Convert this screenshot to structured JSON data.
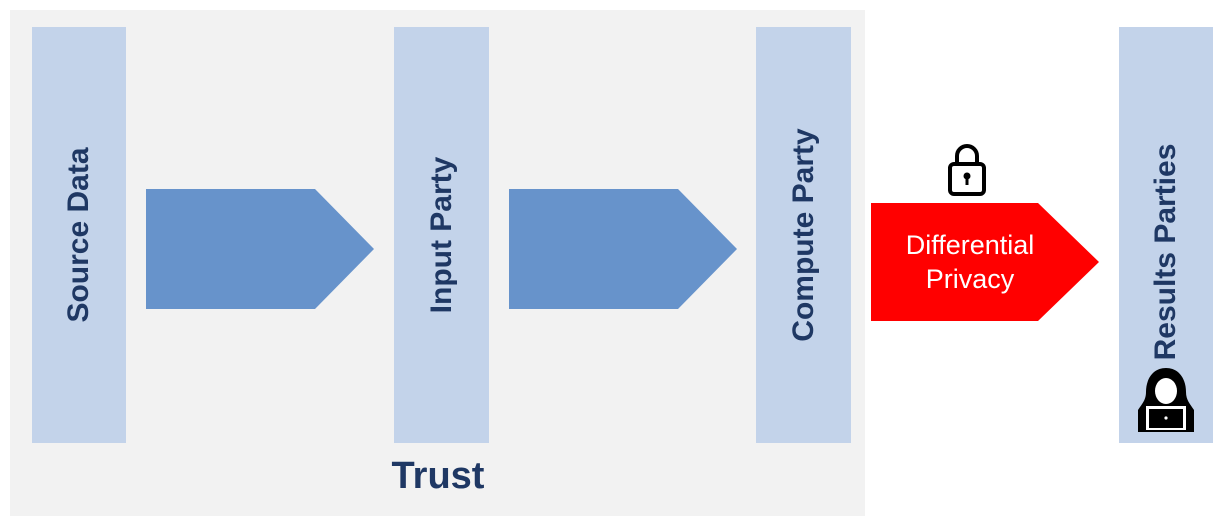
{
  "columns": [
    {
      "label": "Source Data"
    },
    {
      "label": "Input Party"
    },
    {
      "label": "Compute Party"
    },
    {
      "label": "Results Parties"
    }
  ],
  "differential_privacy": {
    "line1": "Differential",
    "line2": "Privacy"
  },
  "trust_label": "Trust",
  "icons": {
    "lock": "lock-icon",
    "hacker": "hacker-icon"
  },
  "colors": {
    "trust_background": "#f2f2f2",
    "column_fill": "#c3d3ea",
    "arrow_fill": "#6793cb",
    "privacy_arrow_fill": "#ff0000",
    "label_color": "#1f3864"
  }
}
